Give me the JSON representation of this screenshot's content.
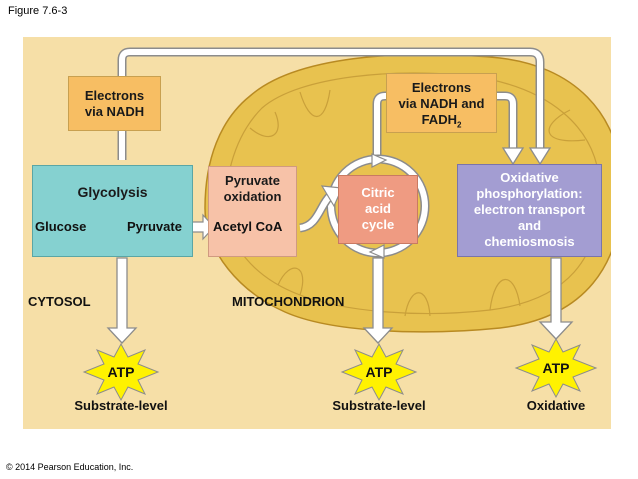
{
  "figure_label": "Figure 7.6-3",
  "copyright": "© 2014 Pearson Education, Inc.",
  "boxes": {
    "electrons_nadh": [
      "Electrons",
      "via NADH"
    ],
    "electrons_nadh_fadh2": [
      "Electrons",
      "via NADH and",
      "FADH",
      "2"
    ],
    "glycolysis": {
      "title": "Glycolysis",
      "input": "Glucose",
      "output": "Pyruvate"
    },
    "pyruvate_oxidation": {
      "title": [
        "Pyruvate",
        "oxidation"
      ],
      "output": "Acetyl CoA"
    },
    "citric_acid_cycle": [
      "Citric",
      "acid",
      "cycle"
    ],
    "oxidative_phosphorylation": [
      "Oxidative",
      "phosphorylation:",
      "electron transport",
      "and",
      "chemiosmosis"
    ]
  },
  "regions": {
    "cytosol": "CYTOSOL",
    "mitochondrion": "MITOCHONDRION"
  },
  "atp": {
    "left": {
      "label": "ATP",
      "caption": "Substrate-level"
    },
    "middle": {
      "label": "ATP",
      "caption": "Substrate-level"
    },
    "right": {
      "label": "ATP",
      "caption": "Oxidative"
    }
  },
  "colors": {
    "panel": "#f6dfa7",
    "mitochondrion": "#e8c24f",
    "mitochondrion_inner": "#d7ac39",
    "electrons_box": "#f7be63",
    "glycolysis_box": "#85d1d0",
    "pyruvate_box": "#f7c2a8",
    "citric_box": "#ef9b82",
    "oxphos_box": "#a39dd2",
    "atp_burst": "#fff200",
    "arrow_fill": "#ffffff",
    "arrow_stroke": "#8c8c8c"
  }
}
